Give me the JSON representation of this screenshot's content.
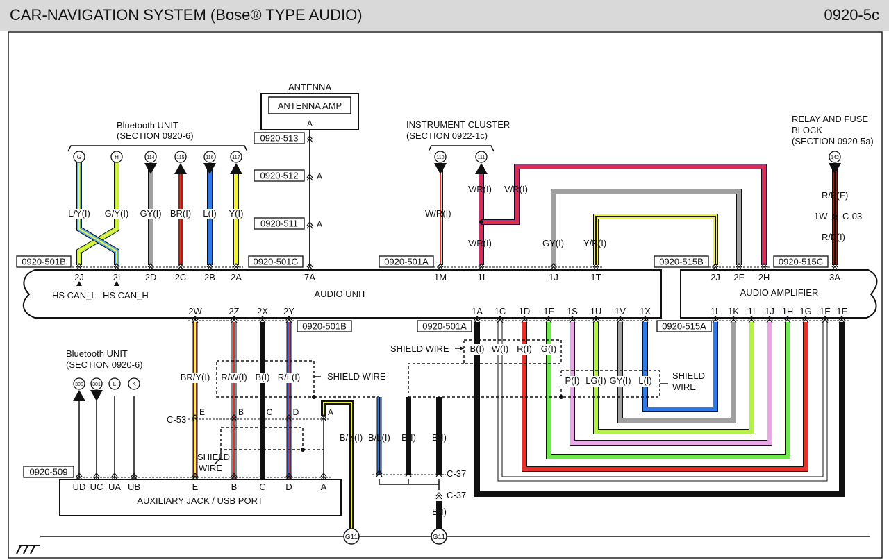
{
  "title": "CAR-NAVIGATION SYSTEM (Bose® TYPE AUDIO)",
  "page_number": "0920-5c",
  "colors": {
    "light_blue": "#5aaef0",
    "yellow": "#f2f23a",
    "lime": "#b8f04a",
    "gray": "#a0a0a0",
    "brown": "#8b2b1e",
    "red": "#e8302a",
    "blue": "#2f78e8",
    "magenta": "#c0307e",
    "green": "#6ee84e",
    "pink": "#e8a8e8",
    "black": "#111111",
    "white": "#ffffff",
    "orange": "#e89a2a"
  },
  "modules": {
    "audio_unit": "AUDIO UNIT",
    "audio_amplifier": "AUDIO AMPLIFIER",
    "aux_jack": "AUXILIARY JACK / USB PORT",
    "antenna": "ANTENNA",
    "antenna_amp": "ANTENNA AMP",
    "bt_unit_top": [
      "Bluetooth UNIT",
      "(SECTION 0920-6)"
    ],
    "bt_unit_left": [
      "Bluetooth UNIT",
      "(SECTION 0920-6)"
    ],
    "instrument_cluster": [
      "INSTRUMENT CLUSTER",
      "(SECTION 0922-1c)"
    ],
    "relay_fuse": [
      "RELAY AND FUSE",
      "BLOCK",
      "(SECTION 0920-5a)"
    ]
  },
  "connectors": {
    "c501B": "0920-501B",
    "c501G": "0920-501G",
    "c501A": "0920-501A",
    "c515B": "0920-515B",
    "c515C": "0920-515C",
    "c515A": "0920-515A",
    "c501B_low": "0920-501B",
    "c501A_low": "0920-501A",
    "c509": "0920-509",
    "c513": "0920-513",
    "c512": "0920-512",
    "c511": "0920-511"
  },
  "antenna_pin": "A",
  "terminals": {
    "bt_top": [
      "G",
      "H",
      "114",
      "115",
      "116",
      "117"
    ],
    "ic": [
      "110",
      "111"
    ],
    "relay": "142",
    "bt_left": [
      "300",
      "301",
      "L",
      "K"
    ]
  },
  "wire_labels": {
    "bt_top": [
      "L/Y(I)",
      "G/Y(I)",
      "GY(I)",
      "BR(I)",
      "L(I)",
      "Y(I)"
    ],
    "ic_w": "W/R(I)",
    "ic_v1": "V/R(I)",
    "ic_v2": "V/R(I)",
    "ic_v3": "V/R(I)",
    "gy_top": "GY(I)",
    "yb_top": "Y/B(I)",
    "rb_f": "R/B(F)",
    "rb_i": "R/B(I)",
    "w1": "1W",
    "c03": "C-03",
    "lower_left": [
      "BR/Y(I)",
      "R/W(I)",
      "B(I)",
      "R/L(I)"
    ],
    "shield_grp": [
      "B(I)",
      "W(I)",
      "R(I)",
      "G(I)"
    ],
    "amp_grp": [
      "P(I)",
      "LG(I)",
      "GY(I)",
      "L(I)"
    ],
    "by": "B/Y(I)",
    "bl": "B/L(I)",
    "b1": "B(I)",
    "b2": "B(I)",
    "b3": "B(I)",
    "c53": "C-53",
    "c37a": "C-37",
    "c37b": "C-37"
  },
  "pins_audio_top": [
    "2J",
    "2I",
    "2D",
    "2C",
    "2B",
    "2A",
    "7A",
    "1M",
    "1I",
    "1J",
    "1T"
  ],
  "pins_amp_top": [
    "2J",
    "2F",
    "2H",
    "3A"
  ],
  "pins_audio_bottom": [
    "2W",
    "2Z",
    "2X",
    "2Y",
    "1A",
    "1C",
    "1D",
    "1F",
    "1S",
    "1U",
    "1V",
    "1X"
  ],
  "pins_amp_bottom": [
    "1L",
    "1K",
    "1I",
    "1J",
    "1H",
    "1G",
    "1E",
    "1F"
  ],
  "pins_aux": [
    "UD",
    "UC",
    "UA",
    "UB",
    "E",
    "B",
    "C",
    "D",
    "A"
  ],
  "aux_mid_pins": [
    "E",
    "B",
    "C",
    "D",
    "A"
  ],
  "can_labels": [
    "HS CAN_L",
    "HS CAN_H"
  ],
  "shield_labels": {
    "upper": "SHIELD WIRE",
    "left": "SHIELD WIRE",
    "amp": [
      "SHIELD",
      "WIRE"
    ],
    "aux": [
      "SHIELD",
      "WIRE"
    ]
  },
  "grounds": [
    "G11",
    "G11"
  ]
}
